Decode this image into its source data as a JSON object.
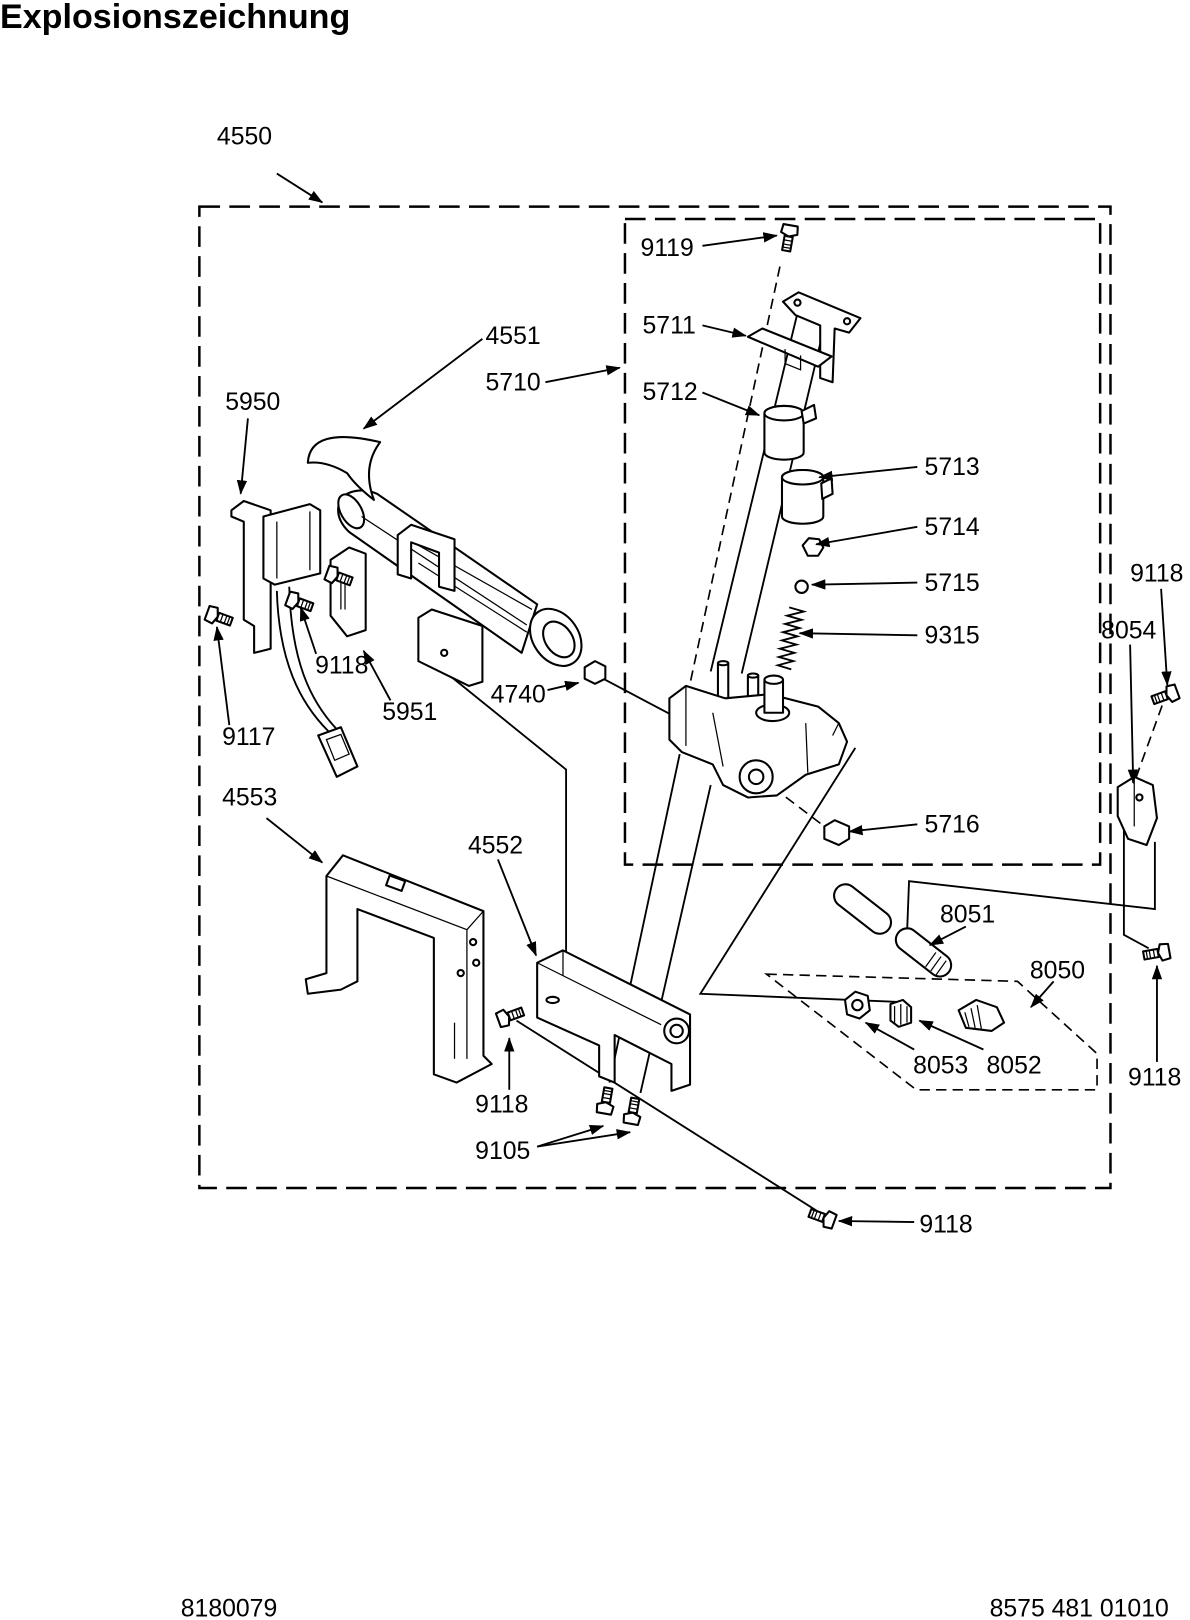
{
  "title": "Explosionszeichnung",
  "callouts": [
    "4550",
    "4551",
    "5710",
    "5950",
    "9119",
    "5711",
    "5712",
    "5713",
    "5714",
    "5715",
    "9315",
    "9118",
    "8054",
    "9118",
    "4740",
    "5951",
    "9117",
    "4553",
    "4552",
    "5716",
    "8051",
    "8050",
    "9118",
    "8053",
    "8052",
    "9118",
    "9105",
    "9118"
  ],
  "footer": {
    "left": "8180079",
    "right": "8575 481 01010"
  }
}
